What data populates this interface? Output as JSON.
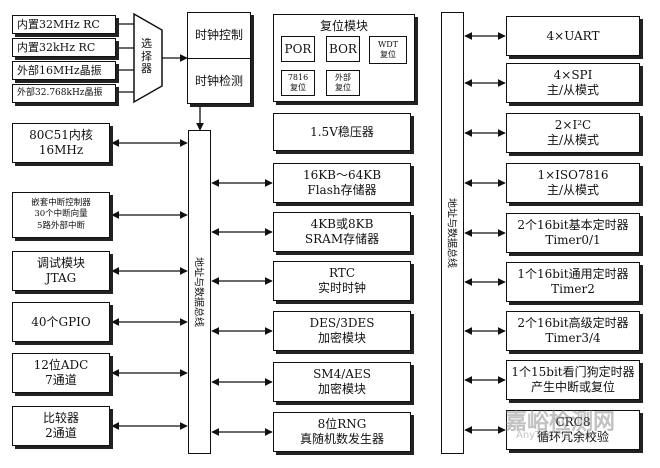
{
  "clock_sources": [
    "内置32MHz RC",
    "内置32kHz RC",
    "外部16MHz晶振",
    "外部32.768kHz晶振"
  ],
  "selector_label": "选择器",
  "clock_control": "时钟控制",
  "clock_detect": "时钟检测",
  "reset_module": {
    "title": "复位模块",
    "por": "POR",
    "bor": "BOR",
    "wdt": [
      "WDT",
      "复位"
    ],
    "r7816": [
      "7816",
      "复位"
    ],
    "external": [
      "外部",
      "复位"
    ]
  },
  "bus_label": "地址与数据总线",
  "left_modules": [
    [
      "80C51内核",
      "16MHz"
    ],
    [
      "嵌套中断控制器",
      "30个中断向量",
      "5路外部中断"
    ],
    [
      "调试模块",
      "JTAG"
    ],
    [
      "40个GPIO"
    ],
    [
      "12位ADC",
      "7通道"
    ],
    [
      "比较器",
      "2通道"
    ]
  ],
  "regulator": "1.5V稳压器",
  "middle_modules": [
    [
      "16KB～64KB",
      "Flash存储器"
    ],
    [
      "4KB或8KB",
      "SRAM存储器"
    ],
    [
      "RTC",
      "实时时钟"
    ],
    [
      "DES/3DES",
      "加密模块"
    ],
    [
      "SM4/AES",
      "加密模块"
    ],
    [
      "8位RNG",
      "真随机数发生器"
    ]
  ],
  "right_modules": [
    [
      "4×UART"
    ],
    [
      "4×SPI",
      "主/从模式"
    ],
    [
      "2×I²C",
      "主/从模式"
    ],
    [
      "1×ISO7816",
      "主/从模式"
    ],
    [
      "2个16bit基本定时器",
      "Timer0/1"
    ],
    [
      "1个16bit通用定时器",
      "Timer2"
    ],
    [
      "2个16bit高级定时器",
      "Timer3/4"
    ],
    [
      "1个15bit看门狗定时器",
      "产生中断或复位"
    ],
    [
      "CRC8",
      "循环冗余校验"
    ]
  ],
  "watermark": [
    "嘉峪检测网",
    "AnyTesting.com"
  ]
}
